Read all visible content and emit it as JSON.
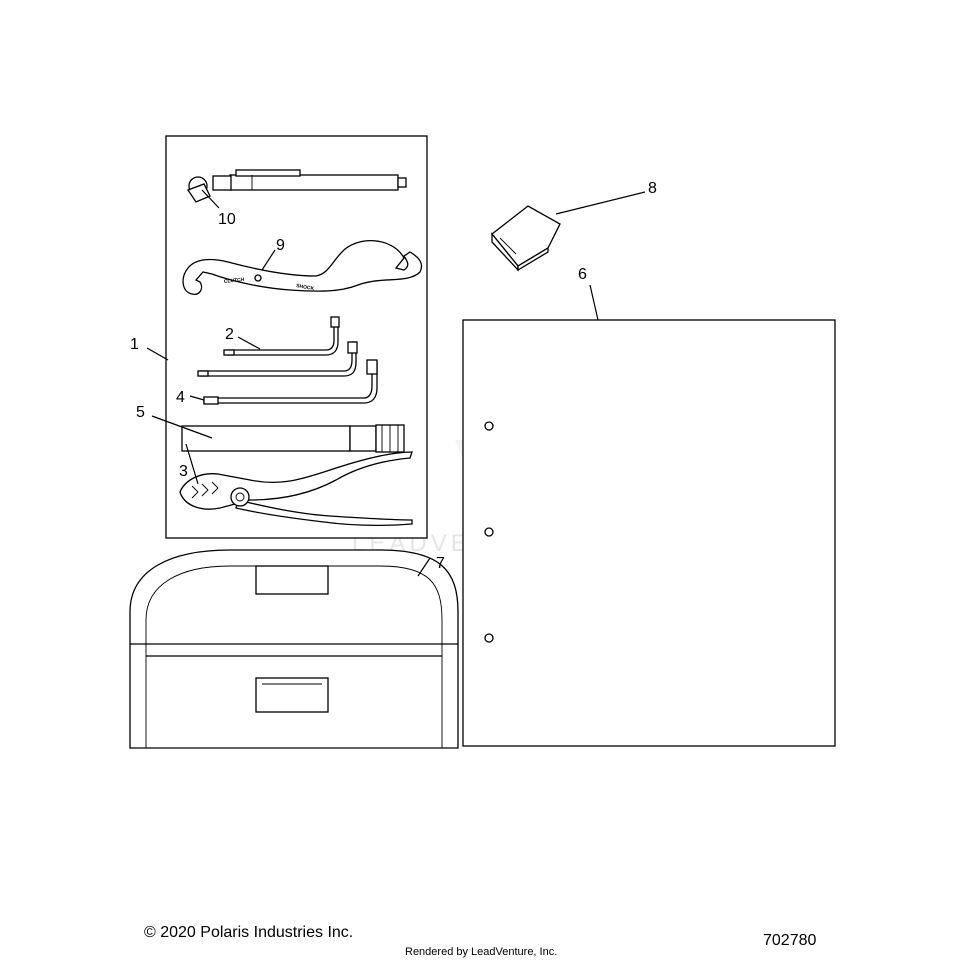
{
  "callouts": {
    "c1": "1",
    "c2": "2",
    "c3": "3",
    "c4": "4",
    "c5": "5",
    "c6": "6",
    "c7": "7",
    "c8": "8",
    "c9": "9",
    "c10": "10"
  },
  "wrench_text": {
    "left": "CLUTCH",
    "right": "SHOCK"
  },
  "watermark": "LEADVENTURE",
  "footer": {
    "copyright": "© 2020 Polaris Industries Inc.",
    "rendered_by": "Rendered by LeadVenture, Inc.",
    "part_number": "702780"
  }
}
